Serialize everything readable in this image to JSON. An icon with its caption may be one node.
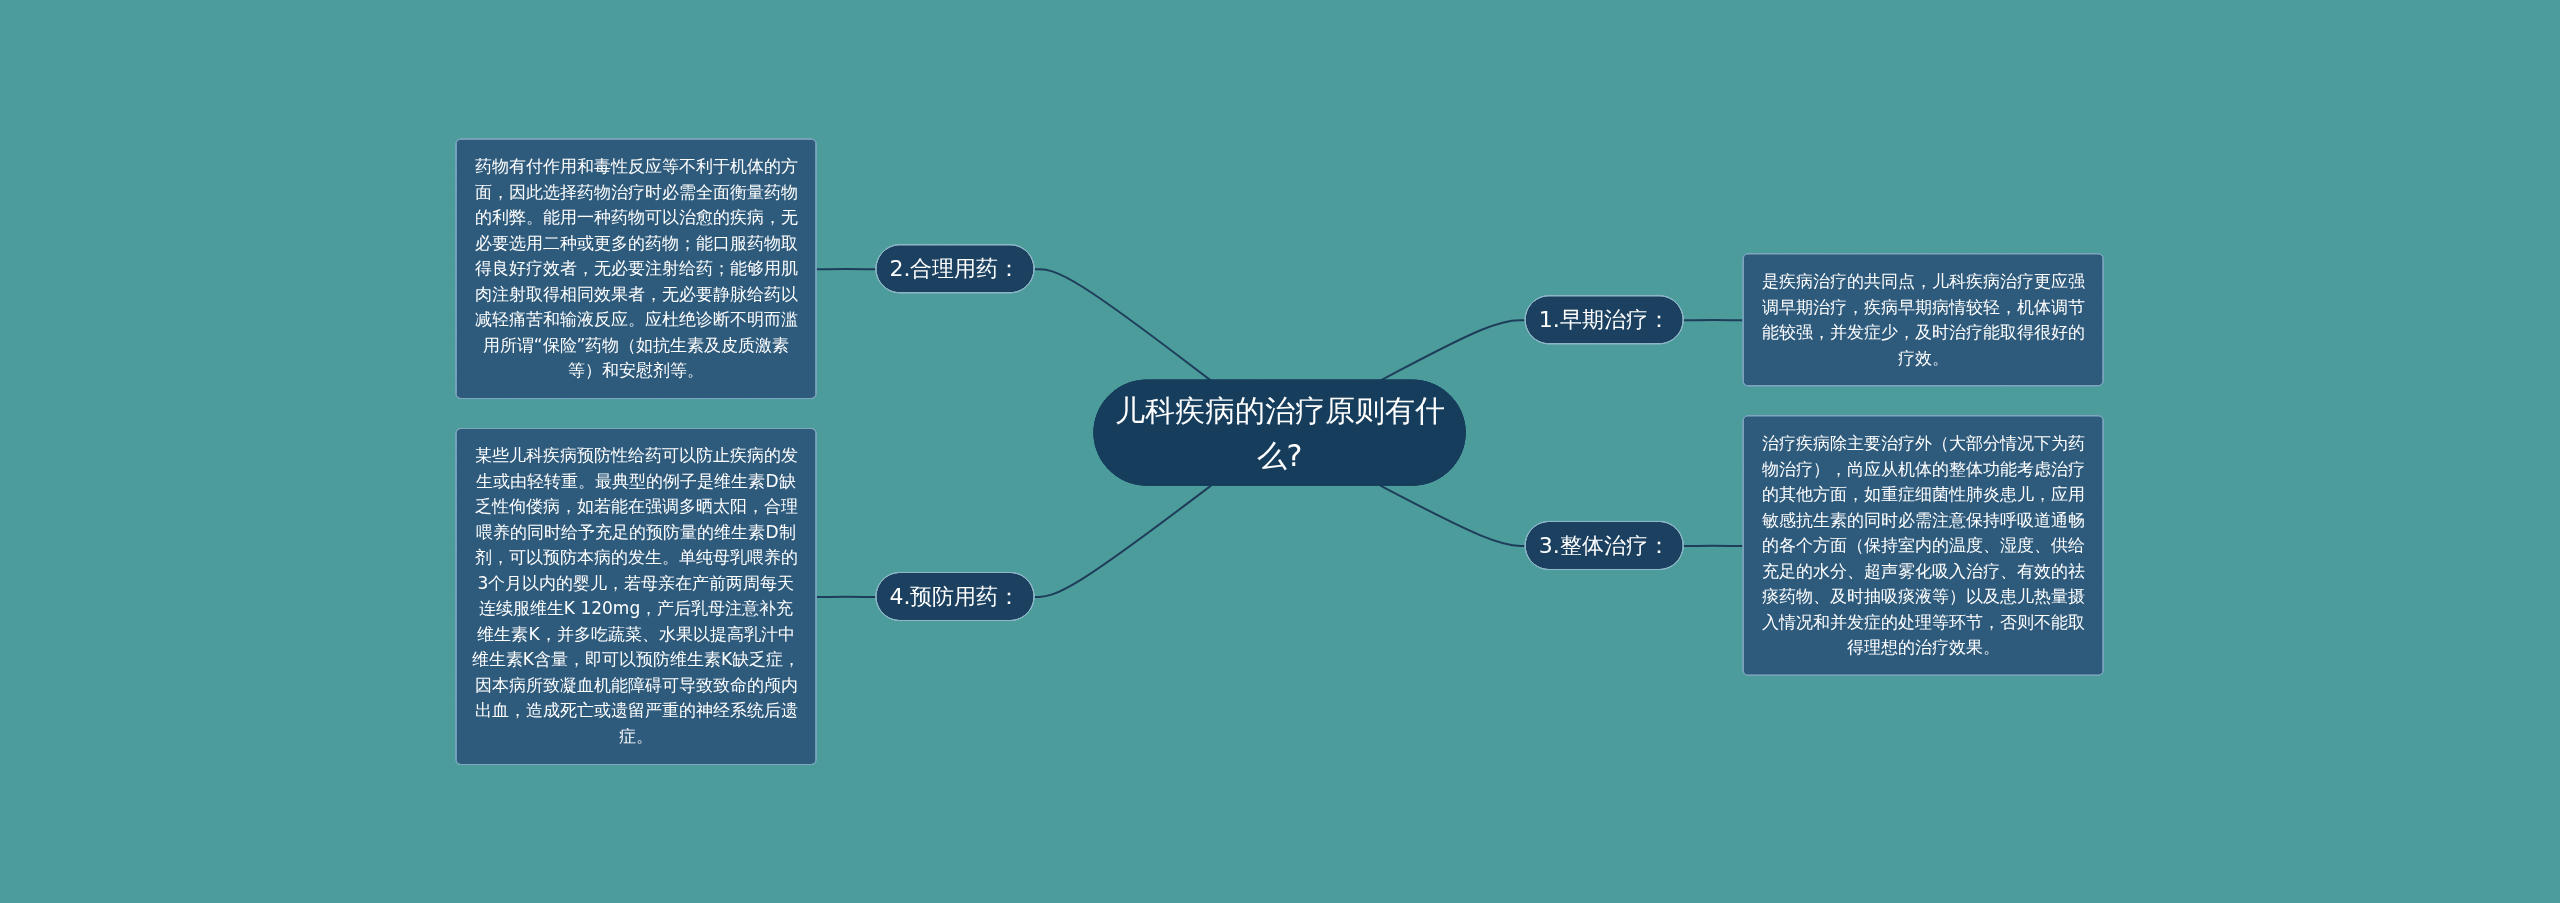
{
  "diagram": {
    "nodes": [
      {
        "text": [
          "儿科疾病的治疗原则有什么?"
        ]
      },
      {
        "text": [
          "1.早期治疗："
        ]
      },
      {
        "text": [
          "是疾病治疗的共同点，儿科疾病治疗更应强调早期治疗，疾病早期病情较轻，机体调节能较强，并发症少，及时治疗能取得很好的疗效。"
        ]
      },
      {
        "text": [
          "2.合理用药："
        ]
      },
      {
        "text": [
          "药物有付作用和毒性反应等不利于机体的方面，因此选择药物治疗时必需全面衡量药物的利弊。能用一种药物可以治愈的疾病，无必要选用二种或更多的药物；能口服药物取得良好疗效者，无必要注射给药；能够用肌肉注射取得相同效果者，无必要静脉给药以减轻痛苦和输液反应。应杜绝诊断不明而滥用所谓“保险”药物（如抗生素及皮质激素等）和安慰剂等。"
        ]
      },
      {
        "text": [
          "3.整体治疗："
        ]
      },
      {
        "text": [
          "治疗疾病除主要治疗外（大部分情况下为药物治疗），尚应从机体的整体功能考虑治疗的其他方面，如重症细菌性肺炎患儿，应用敏感抗生素的同时必需注意保持呼吸道通畅的各个方面（保持室内的温度、湿度、供给充足的水分、超声雾化吸入治疗、有效的祛痰药物、及时抽吸痰液等）以及患儿热量摄入情况和并发症的处理等环节，否则不能取得理想的治疗效果。"
        ]
      },
      {
        "text": [
          "4.预防用药："
        ]
      },
      {
        "text": [
          "某些儿科疾病预防性给药可以防止疾病的发生或由轻转重。最典型的例子是维生素D缺乏性佝偻病，如若能在强调多晒太阳，合理喂养的同时给予充足的预防量的维生素D制剂，可以预防本病的发生。单纯母乳喂养的3个月以内的婴儿，若母亲在产前两周每天连续服维生K 120mg，产后乳母注意补充维生素K，并多吃蔬菜、水果以提高乳汁中维生素K含量，即可以预防维生素K缺乏症，因本病所致凝血机能障碍可导致致命的颅内出血，造成死亡或遗留严重的神经系统后遗症。"
        ]
      }
    ],
    "edges": [
      {
        "from": 4,
        "to": 3,
        "arrow": "none"
      },
      {
        "from": 3,
        "to": 0,
        "arrow": "none"
      },
      {
        "from": 8,
        "to": 7,
        "arrow": "none"
      },
      {
        "from": 7,
        "to": 0,
        "arrow": "none"
      },
      {
        "from": 0,
        "to": 1,
        "arrow": "none"
      },
      {
        "from": 1,
        "to": 2,
        "arrow": "none"
      },
      {
        "from": 0,
        "to": 5,
        "arrow": "none"
      },
      {
        "from": 5,
        "to": 6,
        "arrow": "none"
      }
    ]
  }
}
